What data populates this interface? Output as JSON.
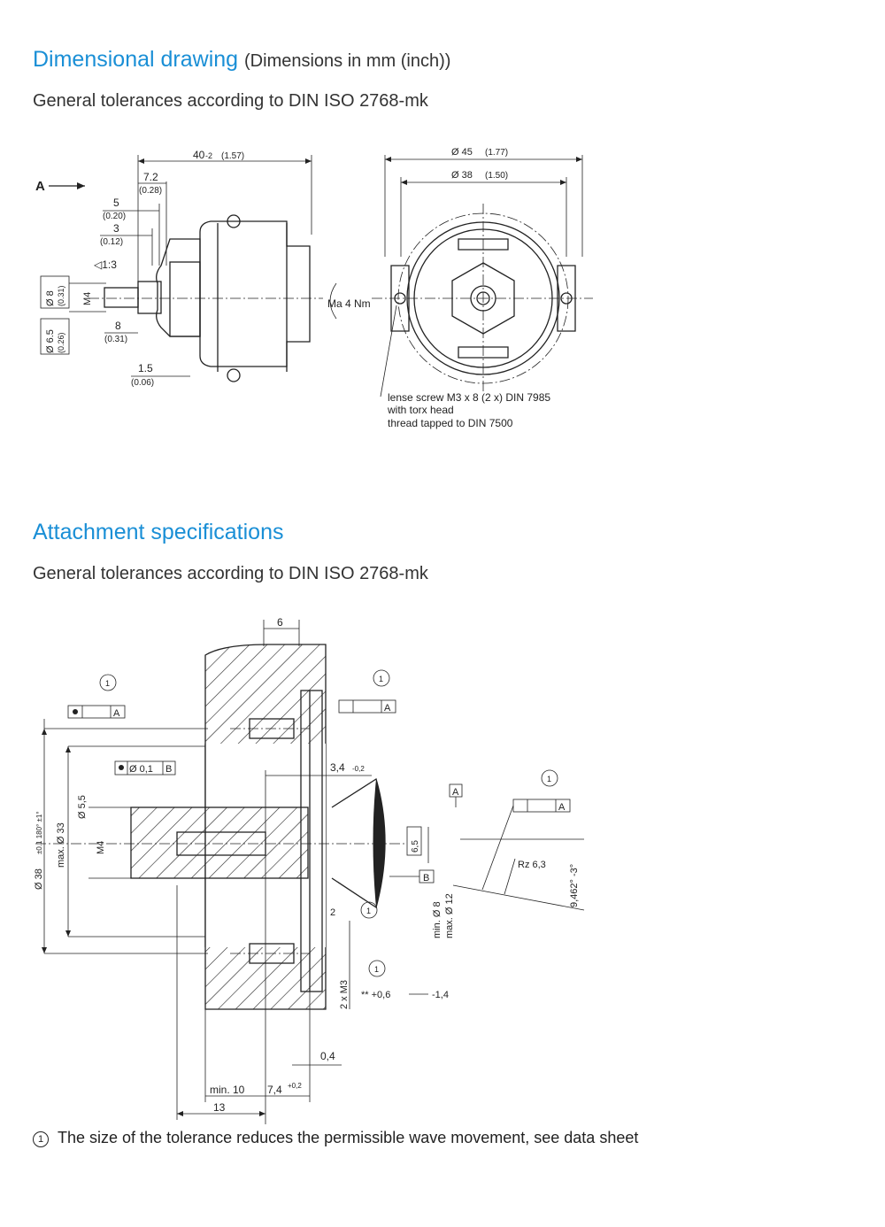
{
  "section1": {
    "title": "Dimensional drawing",
    "subtitle": "(Dimensions in mm (inch))",
    "tolerance": "General tolerances according to DIN ISO 2768-mk"
  },
  "drawing1": {
    "view_label": "A",
    "dim_length": "40",
    "dim_length_tol": "-2",
    "dim_length_inch": "(1.57)",
    "dim_72": "7.2",
    "dim_72_inch": "(0.28)",
    "dim_5": "5",
    "dim_5_inch": "(0.20)",
    "dim_3": "3",
    "dim_3_inch": "(0.12)",
    "taper": "◁1:3",
    "dim_d8": "Ø 8",
    "dim_d8_inch": "(0.31)",
    "thread": "M4",
    "dim_d65": "Ø 6.5",
    "dim_d65_inch": "(0.26)",
    "dim_8": "8",
    "dim_8_inch": "(0.31)",
    "dim_15": "1.5",
    "dim_15_inch": "(0.06)",
    "torque": "Ma 4 Nm",
    "dim_d45": "Ø 45",
    "dim_d45_inch": "(1.77)",
    "dim_d38": "Ø 38",
    "dim_d38_inch": "(1.50)",
    "screw_note_1": "lense screw M3 x 8 (2 x) DIN 7985",
    "screw_note_2": "with torx head",
    "screw_note_3": "thread tapped to DIN 7500"
  },
  "section2": {
    "title": "Attachment specifications",
    "tolerance": "General tolerances according to DIN ISO 2768-mk"
  },
  "drawing2": {
    "dim_6": "6",
    "ref_a": "A",
    "ref_b": "B",
    "circled_1": "1",
    "fc_b": "Ø 0,1",
    "dim_34": "3,4",
    "dim_34_tol": "-0,2",
    "dim_d55": "Ø 5,5",
    "thread_m4": "M4",
    "dim_d38": "Ø 38",
    "dim_d38_tol": "±0.1 180° ±1°",
    "dim_max33": "max. Ø 33",
    "dim_65": "6,5",
    "rz": "Rz 6,3",
    "angle": "9,462° -3°",
    "min_d8": "min. Ø 8",
    "max_d12": "max. Ø 12",
    "dim_2": "2",
    "two_m3": "2 x M3",
    "plus06": "** +0,6",
    "minus14": "-1,4",
    "dim_04": "0,4",
    "min10": "min. 10",
    "dim_74": "7,4",
    "dim_74_tol": "+0,2",
    "dim_13": "13"
  },
  "footnote": {
    "marker": "1",
    "text": "The size of the tolerance reduces the permissible wave movement, see data sheet"
  }
}
